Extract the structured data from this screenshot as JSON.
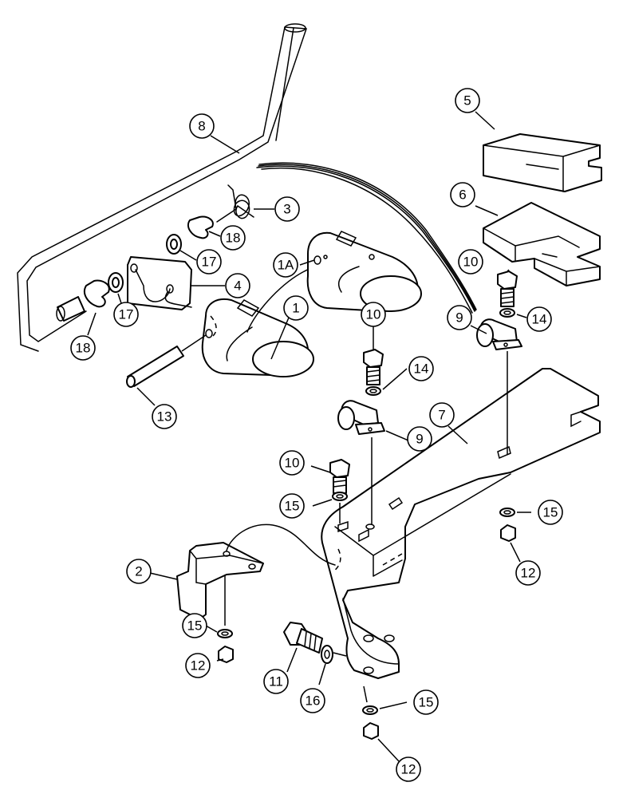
{
  "callouts": [
    {
      "id": "c8",
      "label": "8"
    },
    {
      "id": "c3",
      "label": "3"
    },
    {
      "id": "c18a",
      "label": "18"
    },
    {
      "id": "c17a",
      "label": "17"
    },
    {
      "id": "c4",
      "label": "4"
    },
    {
      "id": "c17b",
      "label": "17"
    },
    {
      "id": "c18b",
      "label": "18"
    },
    {
      "id": "c1",
      "label": "1"
    },
    {
      "id": "c1A",
      "label": "1A"
    },
    {
      "id": "c13",
      "label": "13"
    },
    {
      "id": "c5",
      "label": "5"
    },
    {
      "id": "c6",
      "label": "6"
    },
    {
      "id": "c10a",
      "label": "10"
    },
    {
      "id": "c14a",
      "label": "14"
    },
    {
      "id": "c9a",
      "label": "9"
    },
    {
      "id": "c10b",
      "label": "10"
    },
    {
      "id": "c14b",
      "label": "14"
    },
    {
      "id": "c9b",
      "label": "9"
    },
    {
      "id": "c7",
      "label": "7"
    },
    {
      "id": "c10c",
      "label": "10"
    },
    {
      "id": "c15a",
      "label": "15"
    },
    {
      "id": "c15b",
      "label": "15"
    },
    {
      "id": "c12a",
      "label": "12"
    },
    {
      "id": "c2",
      "label": "2"
    },
    {
      "id": "c15c",
      "label": "15"
    },
    {
      "id": "c12b",
      "label": "12"
    },
    {
      "id": "c11",
      "label": "11"
    },
    {
      "id": "c16",
      "label": "16"
    },
    {
      "id": "c15d",
      "label": "15"
    },
    {
      "id": "c12c",
      "label": "12"
    }
  ]
}
